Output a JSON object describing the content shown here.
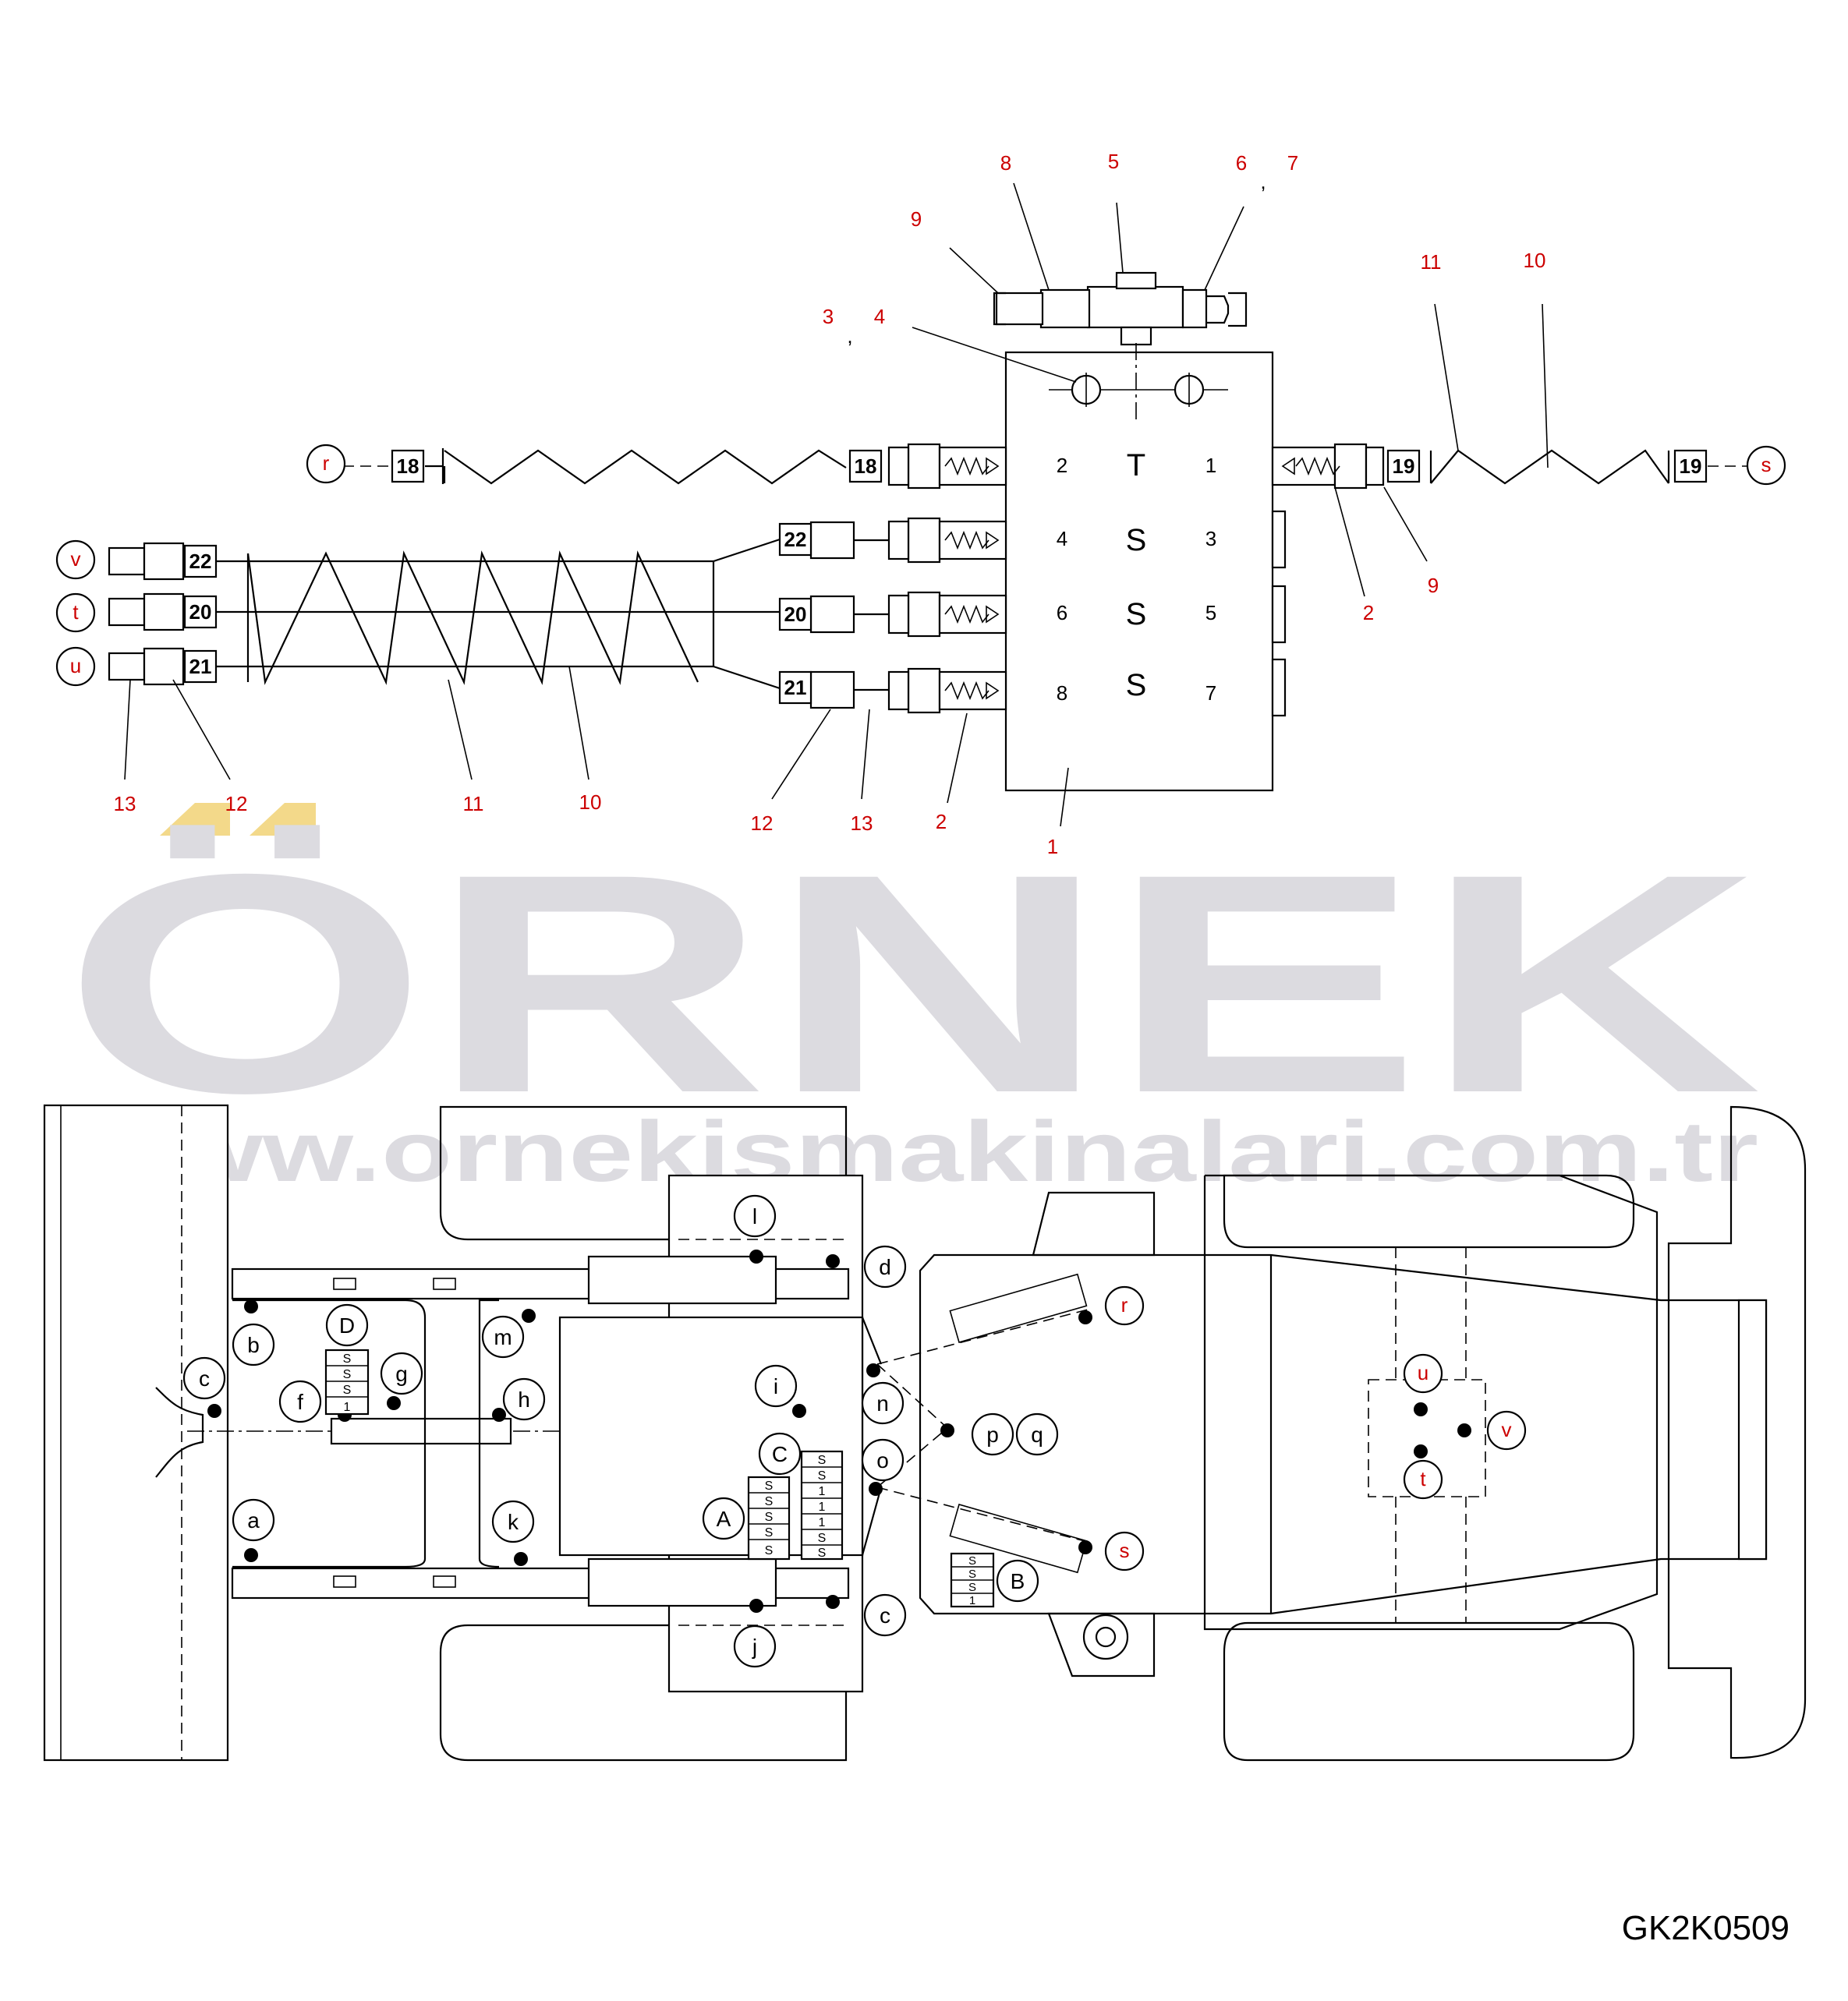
{
  "diagram": {
    "code": "GK2K0509",
    "watermark": {
      "brand": "ÖRNEK",
      "url": "www.ornekismakinalari.com.tr",
      "accent_color": "#f3d98a",
      "text_color": "#dcdbe0"
    },
    "valve_ports": {
      "p2": "2",
      "pT": "T",
      "p1": "1",
      "p4": "4",
      "s1": "S",
      "p3": "3",
      "p6": "6",
      "s2": "S",
      "p5": "5",
      "p8": "8",
      "s3": "S",
      "p7": "7"
    },
    "hose_tags": {
      "t18a": "18",
      "t18b": "18",
      "t19a": "19",
      "t19b": "19",
      "t22a": "22",
      "t22b": "22",
      "t20a": "20",
      "t20b": "20",
      "t21a": "21",
      "t21b": "21"
    },
    "connection_points": {
      "r_top": "r",
      "s_top": "s",
      "v_left": "v",
      "t_left": "t",
      "u_left": "u",
      "r_bot": "r",
      "s_bot": "s",
      "u_bot": "u",
      "t_bot": "t",
      "v_bot": "v"
    },
    "part_callouts": {
      "c8": "8",
      "c5": "5",
      "c6": "6",
      "comma1": ",",
      "c7": "7",
      "c9a": "9",
      "c3": "3",
      "comma2": ",",
      "c4": "4",
      "c11a": "11",
      "c10a": "10",
      "c2a": "2",
      "c9b": "9",
      "c13a": "13",
      "c12a": "12",
      "c11b": "11",
      "c10b": "10",
      "c12b": "12",
      "c13b": "13",
      "c2b": "2",
      "c1": "1"
    },
    "chassis_labels": {
      "l": "l",
      "d": "d",
      "b": "b",
      "D": "D",
      "m": "m",
      "g": "g",
      "c1": "c",
      "f": "f",
      "h": "h",
      "i": "i",
      "n": "n",
      "p": "p",
      "q": "q",
      "C": "C",
      "o": "o",
      "A": "A",
      "a": "a",
      "k": "k",
      "B": "B",
      "c2": "c",
      "j": "j"
    },
    "grease_stack_letters": {
      "s": "S",
      "one": "1"
    }
  }
}
